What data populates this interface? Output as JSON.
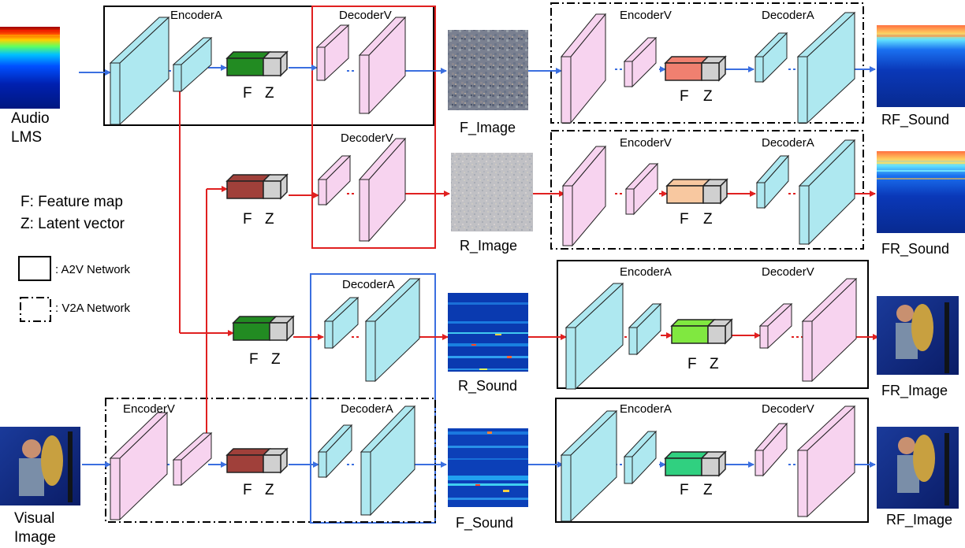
{
  "labels": {
    "audio_lms": [
      "Audio",
      "LMS"
    ],
    "visual_image": [
      "Visual",
      "Image"
    ],
    "f_image": "F_Image",
    "r_image": "R_Image",
    "r_sound": "R_Sound",
    "f_sound": "F_Sound",
    "rf_sound": "RF_Sound",
    "fr_sound": "FR_Sound",
    "fr_image": "FR_Image",
    "rf_image": "RF_Image"
  },
  "blocks": {
    "encoder_a": "EncoderA",
    "encoder_v": "EncoderV",
    "decoder_a": "DecoderA",
    "decoder_v": "DecoderV",
    "f": "F",
    "z": "Z"
  },
  "legend": {
    "feature_map": "F:  Feature map",
    "latent_vector": "Z:  Latent vector",
    "a2v_network": ": A2V Network",
    "v2a_network": ": V2A Network"
  },
  "colors": {
    "audio_path_arrow": "#3b6fe0",
    "cross_path_arrow": "#e02020",
    "encoder_a_plate": "#aee8f0",
    "encoder_v_plate": "#f7d3ef",
    "feature_green": "#228b22",
    "feature_brown": "#a0403a",
    "feature_salmon": "#f08070",
    "feature_peach": "#f8c8a0",
    "feature_lightgreen": "#80e840",
    "feature_teal": "#30d080",
    "latent_gray": "#d0d0d0",
    "decoder_v_box": "#e02020",
    "decoder_a_box": "#3b6fe0"
  }
}
